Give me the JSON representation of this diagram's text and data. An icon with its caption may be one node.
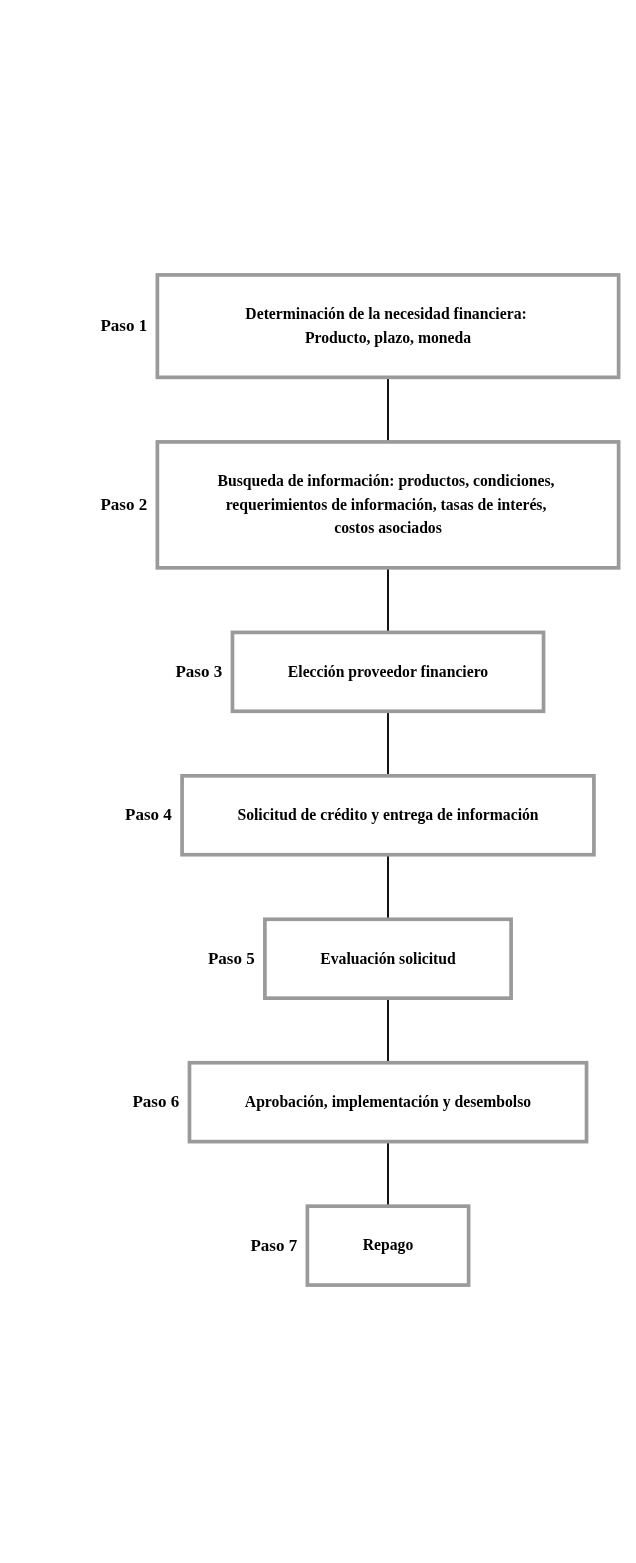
{
  "diagram": {
    "nodes": [
      {
        "text": [
          "Determinación de la necesidad financiera: Producto, plazo, moneda"
        ],
        "beside": [
          "Paso 1"
        ]
      },
      {
        "text": [
          "Busqueda de información: productos, condiciones, requerimientos de información, tasas de interés, costos asociados"
        ],
        "beside": [
          "Paso 2"
        ]
      },
      {
        "text": [
          "Elección proveedor financiero"
        ],
        "beside": [
          "Paso 3"
        ]
      },
      {
        "text": [
          "Solicitud de crédito y entrega de información"
        ],
        "beside": [
          "Paso 4"
        ]
      },
      {
        "text": [
          "Evaluación solicitud"
        ],
        "beside": [
          "Paso 5"
        ]
      },
      {
        "text": [
          "Aprobación, implementación y desembolso"
        ],
        "beside": [
          "Paso 6"
        ]
      },
      {
        "text": [
          "Repago"
        ],
        "beside": [
          "Paso 7"
        ]
      }
    ],
    "edges": [
      {
        "from": 0,
        "to": 1,
        "arrow": "none"
      },
      {
        "from": 1,
        "to": 2,
        "arrow": "none"
      },
      {
        "from": 2,
        "to": 3,
        "arrow": "none"
      },
      {
        "from": 3,
        "to": 4,
        "arrow": "none"
      },
      {
        "from": 4,
        "to": 5,
        "arrow": "none"
      },
      {
        "from": 5,
        "to": 6,
        "arrow": "none"
      }
    ]
  }
}
